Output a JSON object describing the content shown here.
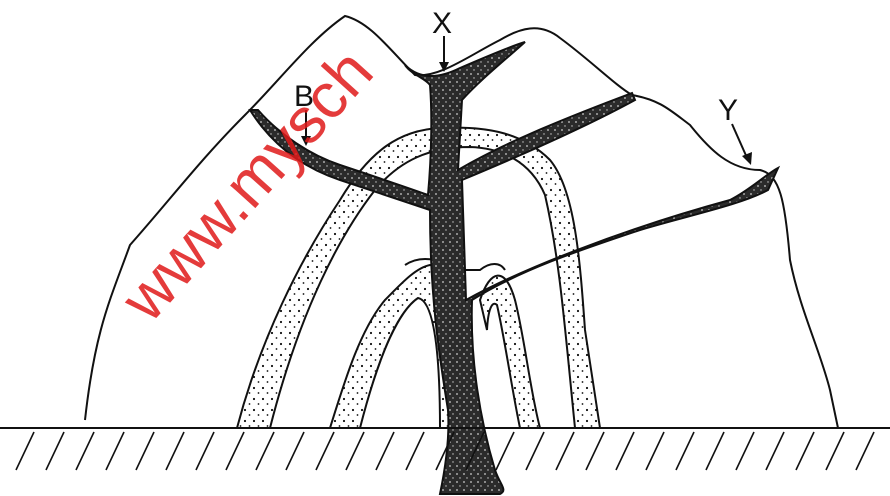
{
  "diagram": {
    "labels": {
      "x": "X",
      "y": "Y",
      "b": "B"
    },
    "watermark": "www.mysch",
    "colors": {
      "ink": "#111111",
      "vein_fill": "#2b2b2b",
      "watermark": "#e01a1a",
      "background": "#ffffff"
    },
    "parts": [
      "rock-outline",
      "main-vein",
      "branch-veins",
      "intrusion-bands",
      "ground-surface"
    ]
  }
}
